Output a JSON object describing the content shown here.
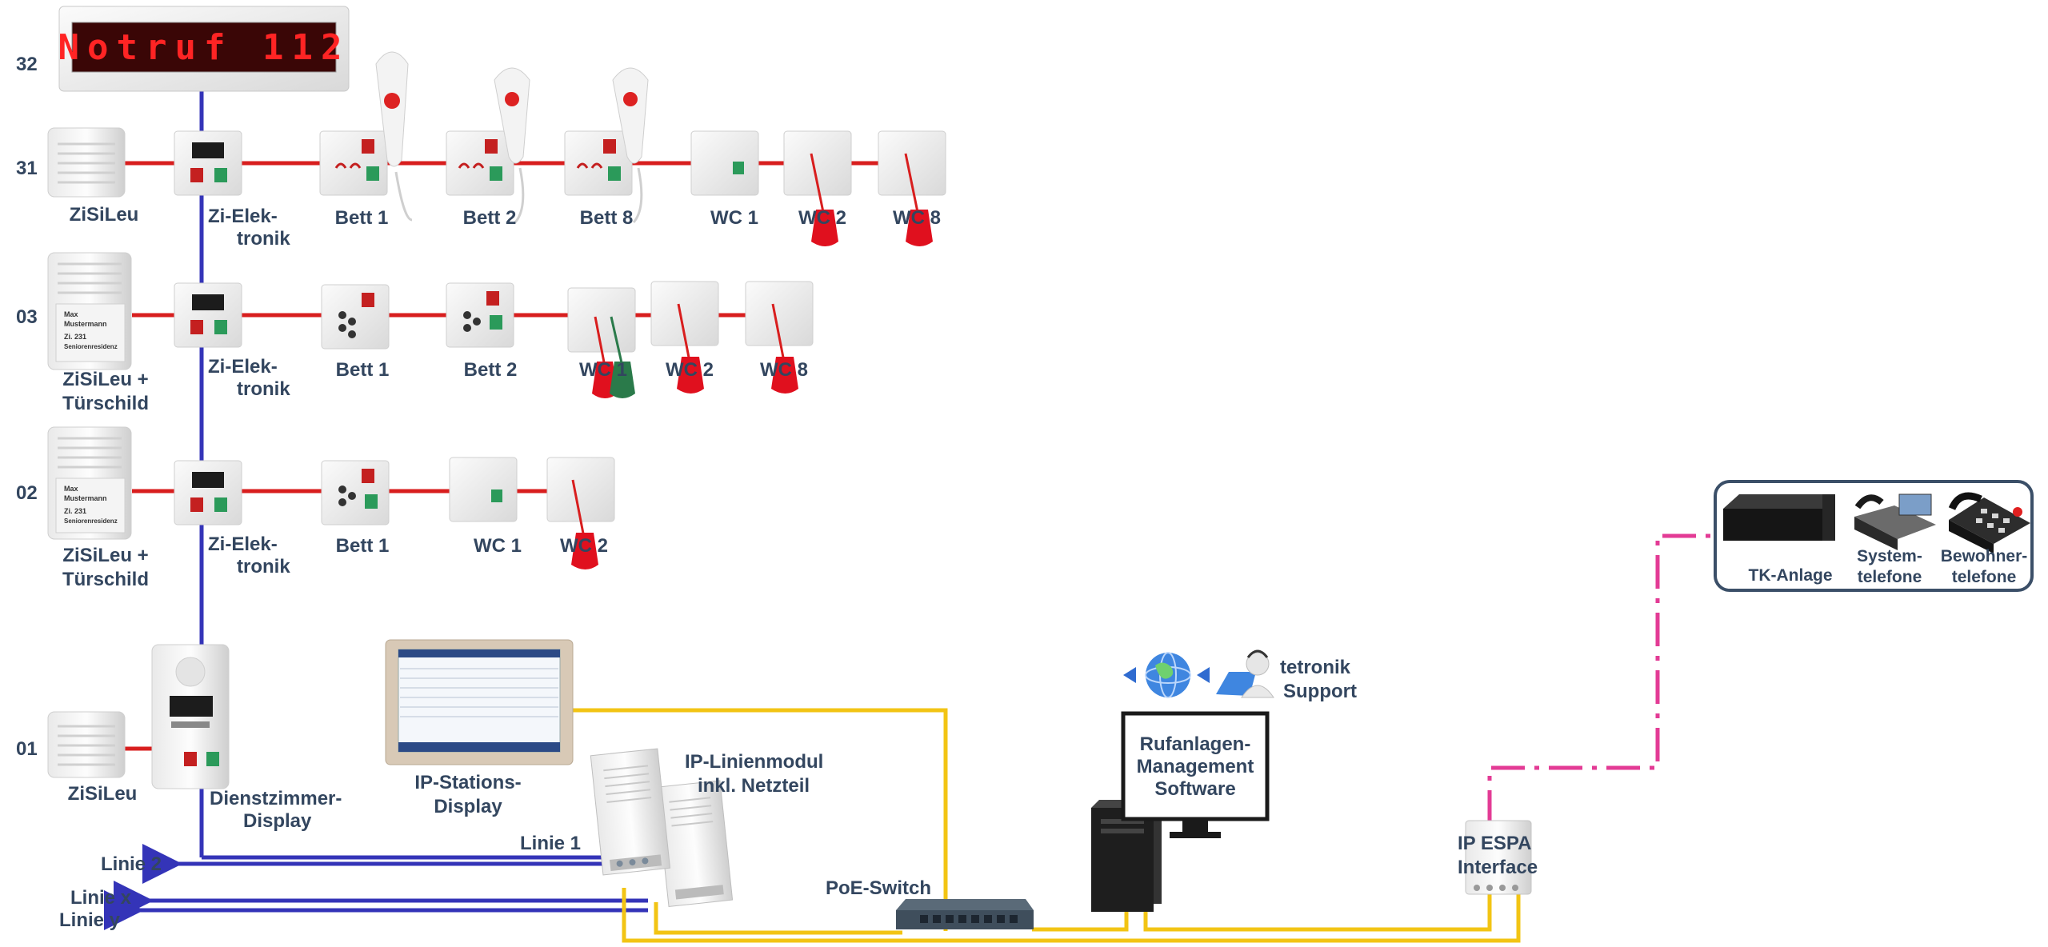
{
  "colors": {
    "floor_line": "#d81e1e",
    "bus_line": "#3434b8",
    "ip_line": "#f2c414",
    "espa_line": "#e33b95",
    "label": "#33465f"
  },
  "sign": {
    "text": "Notruf 112"
  },
  "floors": {
    "f32": "32",
    "f31": "31",
    "f03": "03",
    "f02": "02",
    "f01": "01"
  },
  "floor31": {
    "zisileu": "ZiSiLeu",
    "zi1": "Zi-Elek-",
    "zi2": "tronik",
    "bett1": "Bett 1",
    "bett2": "Bett 2",
    "bett8": "Bett 8",
    "wc1": "WC 1",
    "wc2": "WC 2",
    "wc8": "WC 8"
  },
  "floor03": {
    "zisileu1": "ZiSiLeu +",
    "zisileu2": "Türschild",
    "zi1": "Zi-Elek-",
    "zi2": "tronik",
    "bett1": "Bett 1",
    "bett2": "Bett 2",
    "wc1": "WC 1",
    "wc2": "WC 2",
    "wc8": "WC 8"
  },
  "floor02": {
    "zisileu1": "ZiSiLeu +",
    "zisileu2": "Türschild",
    "zi1": "Zi-Elek-",
    "zi2": "tronik",
    "bett1": "Bett 1",
    "wc1": "WC 1",
    "wc2": "WC 2"
  },
  "floor01": {
    "zisileu": "ZiSiLeu",
    "dz1": "Dienstzimmer-",
    "dz2": "Display"
  },
  "doorplate": {
    "name1": "Max",
    "name2": "Mustermann",
    "room": "Zi. 231",
    "place": "Seniorenresidenz"
  },
  "lines": {
    "linie1": "Linie 1",
    "linie2": "Linie 2",
    "liniex": "Linie x",
    "liniey": "Linie y"
  },
  "ipstation": {
    "l1": "IP-Stations-",
    "l2": "Display"
  },
  "ipmodule": {
    "l1": "IP-Linienmodul",
    "l2": "inkl. Netzteil"
  },
  "poe": "PoE-Switch",
  "software": {
    "l1": "Rufanlagen-",
    "l2": "Management",
    "l3": "Software"
  },
  "support": {
    "l1": "tetronik",
    "l2": "Support"
  },
  "espa": {
    "l1": "IP ESPA",
    "l2": "Interface"
  },
  "tk": {
    "tk": "TK-Anlage",
    "sys1": "System-",
    "sys2": "telefone",
    "bew1": "Bewohner-",
    "bew2": "telefone"
  }
}
